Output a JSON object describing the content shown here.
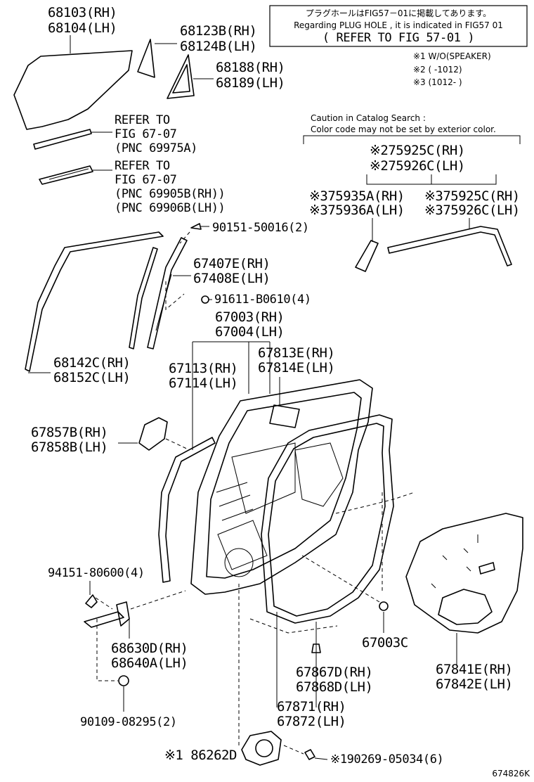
{
  "note_box": {
    "jp": "プラグホールはFIG57－01に掲載してあります。",
    "en": "Regarding  PLUG HOLE , it is indicated in FIG57   01",
    "ref": "( REFER TO FIG 57-01 )"
  },
  "legend": {
    "l1": "※1 W/O(SPEAKER)",
    "l2": "※2 (      -1012)",
    "l3": "※3 (1012-      )"
  },
  "caution": {
    "line1": "Caution in Catalog Search :",
    "line2": "Color code may not be set by exterior color."
  },
  "labels": {
    "p68103": "68103(RH)",
    "p68104": "68104(LH)",
    "p68123": "68123B(RH)",
    "p68124": "68124B(LH)",
    "p68188": "68188(RH)",
    "p68189": "68189(LH)",
    "ref1_a": "REFER TO",
    "ref1_b": "FIG 67-07",
    "ref1_c": "(PNC 69975A)",
    "ref2_a": "REFER TO",
    "ref2_b": "FIG 67-07",
    "ref2_c": "(PNC 69905B(RH))",
    "ref2_d": "(PNC 69906B(LH))",
    "p75925_top": "※275925C(RH)",
    "p75926_top": "※275926C(LH)",
    "p75935": "※375935A(RH)",
    "p75936": "※375936A(LH)",
    "p75925_r": "※375925C(RH)",
    "p75926_r": "※375926C(LH)",
    "p90151": "90151-50016(2)",
    "p67407": "67407E(RH)",
    "p67408": "67408E(LH)",
    "p91611": "91611-B0610(4)",
    "p67003rh": "67003(RH)",
    "p67004lh": "67004(LH)",
    "p67813": "67813E(RH)",
    "p67814": "67814E(LH)",
    "p68142": "68142C(RH)",
    "p68152": "68152C(LH)",
    "p67113": "67113(RH)",
    "p67114": "67114(LH)",
    "p67857": "67857B(RH)",
    "p67858": "67858B(LH)",
    "p94151": "94151-80600(4)",
    "p68630": "68630D(RH)",
    "p68640": "68640A(LH)",
    "p67003c": "67003C",
    "p67867": "67867D(RH)",
    "p67868": "67868D(LH)",
    "p67841": "67841E(RH)",
    "p67842": "67842E(LH)",
    "p90109": "90109-08295(2)",
    "p67871": "67871(RH)",
    "p67872": "67872(LH)",
    "p86262": "※1 86262D",
    "p90269": "※190269-05034(6)",
    "fig_id": "674826K"
  }
}
